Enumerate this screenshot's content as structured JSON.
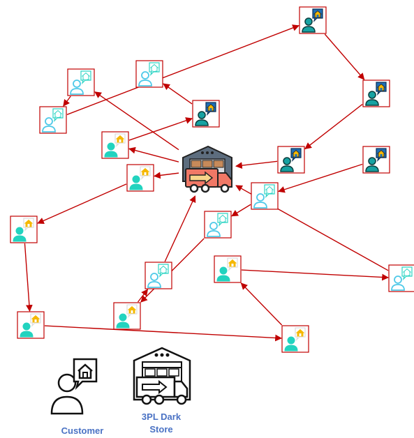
{
  "legend": {
    "customer_label": "Customer",
    "store_label_line1": "3PL Dark",
    "store_label_line2": "Store"
  },
  "colors": {
    "edge": "#c00000",
    "node_border": "#c00000",
    "person_dark": "#17a2a2",
    "person_outline": "#4ec9e8",
    "person_solid": "#22d3bf",
    "house_dark_bg": "#1f6fb5",
    "house_yellow": "#f5b800",
    "house_teal": "#2dd4c4",
    "legend_text": "#4a72c4"
  },
  "hub": {
    "name": "3pl-dark-store-hub",
    "icon": "warehouse-truck-icon"
  },
  "nodes": [
    {
      "id": "c1",
      "style": "dark"
    },
    {
      "id": "c2",
      "style": "outline"
    },
    {
      "id": "c3",
      "style": "dark"
    },
    {
      "id": "c4",
      "style": "dark"
    },
    {
      "id": "c5",
      "style": "outline"
    },
    {
      "id": "c6",
      "style": "outline"
    },
    {
      "id": "c7",
      "style": "solid"
    },
    {
      "id": "c8",
      "style": "dark"
    },
    {
      "id": "c9",
      "style": "dark"
    },
    {
      "id": "c10",
      "style": "solid"
    },
    {
      "id": "c11",
      "style": "solid"
    },
    {
      "id": "c12",
      "style": "outline"
    },
    {
      "id": "c13",
      "style": "outline"
    },
    {
      "id": "c14",
      "style": "outline"
    },
    {
      "id": "c15",
      "style": "solid"
    },
    {
      "id": "c16",
      "style": "outline"
    },
    {
      "id": "c17",
      "style": "solid"
    },
    {
      "id": "c18",
      "style": "solid"
    },
    {
      "id": "c19",
      "style": "solid"
    }
  ],
  "edges": [
    [
      "c6",
      "c1"
    ],
    [
      "c1",
      "c3"
    ],
    [
      "c3",
      "c8"
    ],
    [
      "c8",
      "hub"
    ],
    [
      "hub",
      "c5"
    ],
    [
      "c5",
      "c6"
    ],
    [
      "hub",
      "c7"
    ],
    [
      "c7",
      "c4"
    ],
    [
      "c4",
      "c2"
    ],
    [
      "hub",
      "c10"
    ],
    [
      "c10",
      "c11"
    ],
    [
      "c11",
      "c17"
    ],
    [
      "c17",
      "c19"
    ],
    [
      "c19",
      "c15"
    ],
    [
      "c15",
      "c16"
    ],
    [
      "c16",
      "hub"
    ],
    [
      "c9",
      "c12"
    ],
    [
      "c12",
      "c13"
    ],
    [
      "c13",
      "c18"
    ],
    [
      "c18",
      "c14"
    ],
    [
      "c14",
      "hub"
    ]
  ]
}
